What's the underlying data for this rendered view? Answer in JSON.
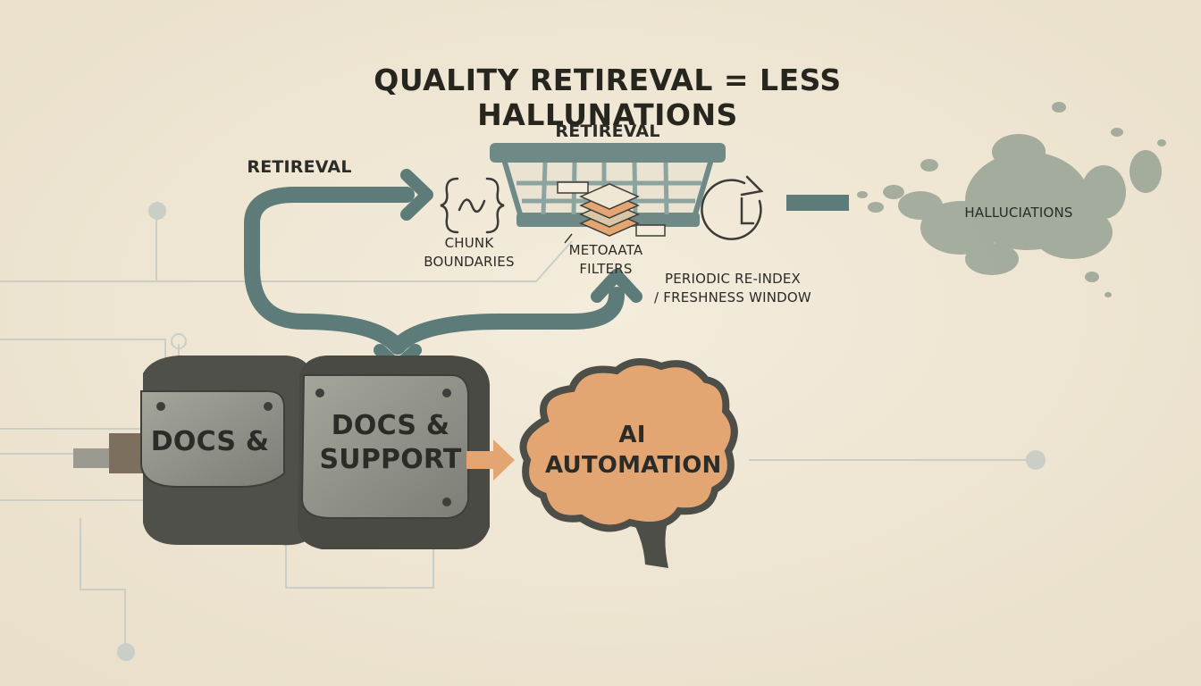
{
  "title": "QUALITY RETIREVAL = LESS HALLUNATIONS",
  "labels": {
    "retrieval_left": "RETIREVAL",
    "retrieval_top": "RETIREVAL",
    "chunk_line1": "CHUNK",
    "chunk_line2": "BOUNDARIES",
    "metadata_line1": "METOAATA",
    "metadata_line2": "FILTERS",
    "reindex_line1": "PERIODIC RE-INDEX",
    "reindex_line2": "/ FRESHNESS WINDOW",
    "hallucinations": "HALLUCIATIONS",
    "docs_back": "DOCS &",
    "docs_front_line1": "DOCS &",
    "docs_front_line2": "SUPPORT",
    "ai_line1": "AI",
    "ai_line2": "AUTOMATION"
  },
  "colors": {
    "background": "#f1e8d7",
    "arrow_teal": "#5d7b78",
    "box_grey": "#8e8f86",
    "box_dark": "#4a4a45",
    "brain_orange": "#e3a673",
    "brain_stem": "#4e4e49",
    "splatter": "#8c9a8c",
    "circuit": "#c9cfc6"
  },
  "icons": [
    "curly-braces-icon",
    "filter-basket-icon",
    "stacked-layers-icon",
    "clock-refresh-icon"
  ]
}
